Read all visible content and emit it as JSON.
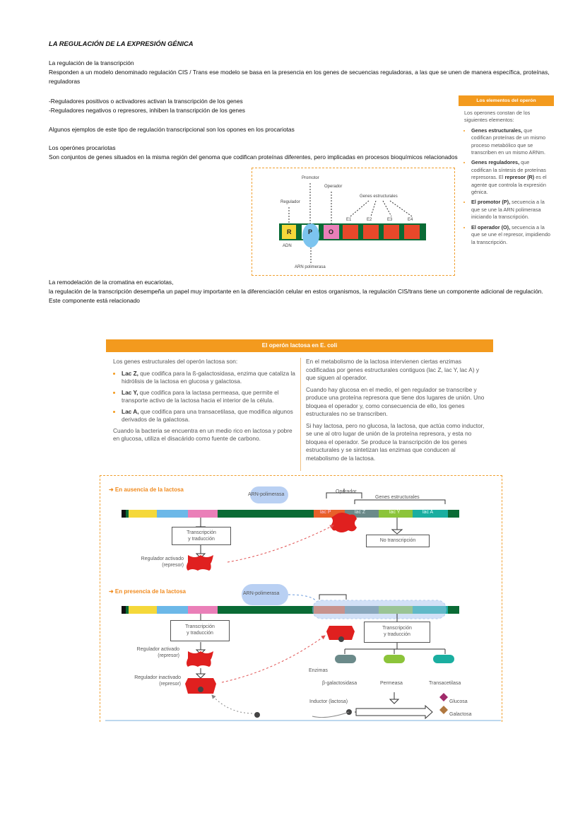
{
  "notes": {
    "title": "LA REGULACIÓN DE LA EXPRESIÓN GÉNICA",
    "p1": "La regulación de la transcripción",
    "p2": "Responden a un modelo denominado regulación CIS / Trans ese modelo se basa en la presencia en los genes de secuencias reguladoras, a las que se unen de manera específica, proteínas,",
    "p3": "reguladoras",
    "p4": "-Reguladores positivos o activadores activan la transcripción de los genes",
    "p5": "-Reguladores negativos o represores, inhiben la transcripción de los genes",
    "p6": "Algunos ejemplos de este tipo de regulación transcripcional son los opones en los procariotas",
    "p7": "Los operónes procariotas",
    "p8": "Son conjuntos de genes situados en la misma región del genoma que codifican proteínas diferentes, pero implicadas en procesos bioquímicos relacionados",
    "p9": "La remodelación de la cromatina en eucariotas,",
    "p10": "la regulación de la transcripción desempeña un papel muy importante en la diferenciación celular en estos organismos, la regulación CIS/trans tiene un componente adicional de regulación.",
    "p11": "Este componente está relacionado"
  },
  "operon_figure": {
    "promotor": "Promotor",
    "operador": "Operador",
    "regulador": "Regulador",
    "genes": "Genes estructurales",
    "r": "R",
    "p": "P",
    "o": "O",
    "e1": "E1",
    "e2": "E2",
    "e3": "E3",
    "e4": "E4",
    "adn": "ADN",
    "arn_pol": "ARN polimerasa"
  },
  "side_panel": {
    "header": "Los elementos del operón",
    "intro": "Los operones constan de los siguientes elementos:",
    "i1_b": "Genes estructurales,",
    "i1": " que codifican proteínas de un mismo proceso metabólico que se transcriben en un mismo ARNm.",
    "i2_b": "Genes reguladores,",
    "i2": " que codifican la síntesis de proteínas represoras. El ",
    "i2_b2": "represor (R)",
    "i2_end": " es el agente que controla la expresión génica.",
    "i3_b": "El promotor (P),",
    "i3": " secuencia a la que se une la ARN polimerasa iniciando la transcripción.",
    "i4_b": "El operador (O),",
    "i4": " secuencia a la que se une el represor, impidiendo la transcripción."
  },
  "lac_panel": {
    "header": "El operón lactosa en E. coli",
    "left_intro": "Los genes estructurales del operón lactosa son:",
    "z_b": "Lac Z,",
    "z": " que codifica para la ß-galactosidasa, enzima que cataliza la hidrólisis de la lactosa en glucosa y galactosa.",
    "y_b": "Lac Y,",
    "y": " que codifica para la lactasa permeasa, que permite el transporte activo de la lactosa hacia el interior de la célula.",
    "a_b": "Lac A,",
    "a": " que codifica para una transacetilasa, que modifica algunos derivados de la galactosa.",
    "left_end": "Cuando la bacteria se encuentra en un medio rico en lactosa y pobre en glucosa, utiliza el disacárido como fuente de carbono.",
    "r1": "En el metabolismo de la lactosa intervienen ciertas enzimas codificadas por genes estructurales contiguos (lac Z, lac Y, lac A) y que siguen al operador.",
    "r2": "Cuando hay glucosa en el medio, el gen regulador se transcribe y produce una proteína represora que tiene dos lugares de unión. Uno bloquea el operador y, como consecuencia de ello, los genes estructurales no se transcriben.",
    "r3": "Si hay lactosa, pero no glucosa, la lactosa, que actúa como inductor, se une al otro lugar de unión de la proteína represora, y esta no bloquea el operador. Se produce la transcripción de los genes estructurales y se sintetizan las enzimas que conducen al metabolismo de la lactosa."
  },
  "diagram": {
    "absence": "➜ En ausencia de la lactosa",
    "presence": "➜ En presencia de la lactosa",
    "arn_pol": "ARN-polimerasa",
    "operador": "Operador",
    "genes": "Genes estructurales",
    "lacP": "lac P",
    "lacZ": "lac Z",
    "lacY": "lac Y",
    "lacA": "lac A",
    "transc1": "Transcripción",
    "transc2": "y traducción",
    "reg_act1": "Regulador activado",
    "reg_act2": "(represor)",
    "no_transc": "No transcripción",
    "reg_inact1": "Regulador inactivado",
    "reg_inact2": "(represor)",
    "enzimas": "Enzimas",
    "bgal": "β-galactosidasa",
    "permeasa": "Permeasa",
    "transacet": "Transacetilasa",
    "inductor": "Inductor (lactosa)",
    "glucosa": "Glucosa",
    "galactosa": "Galactosa"
  },
  "colors": {
    "accent": "#f39a1e",
    "dna": "#0a6b35",
    "repressor": "#e0201f"
  }
}
